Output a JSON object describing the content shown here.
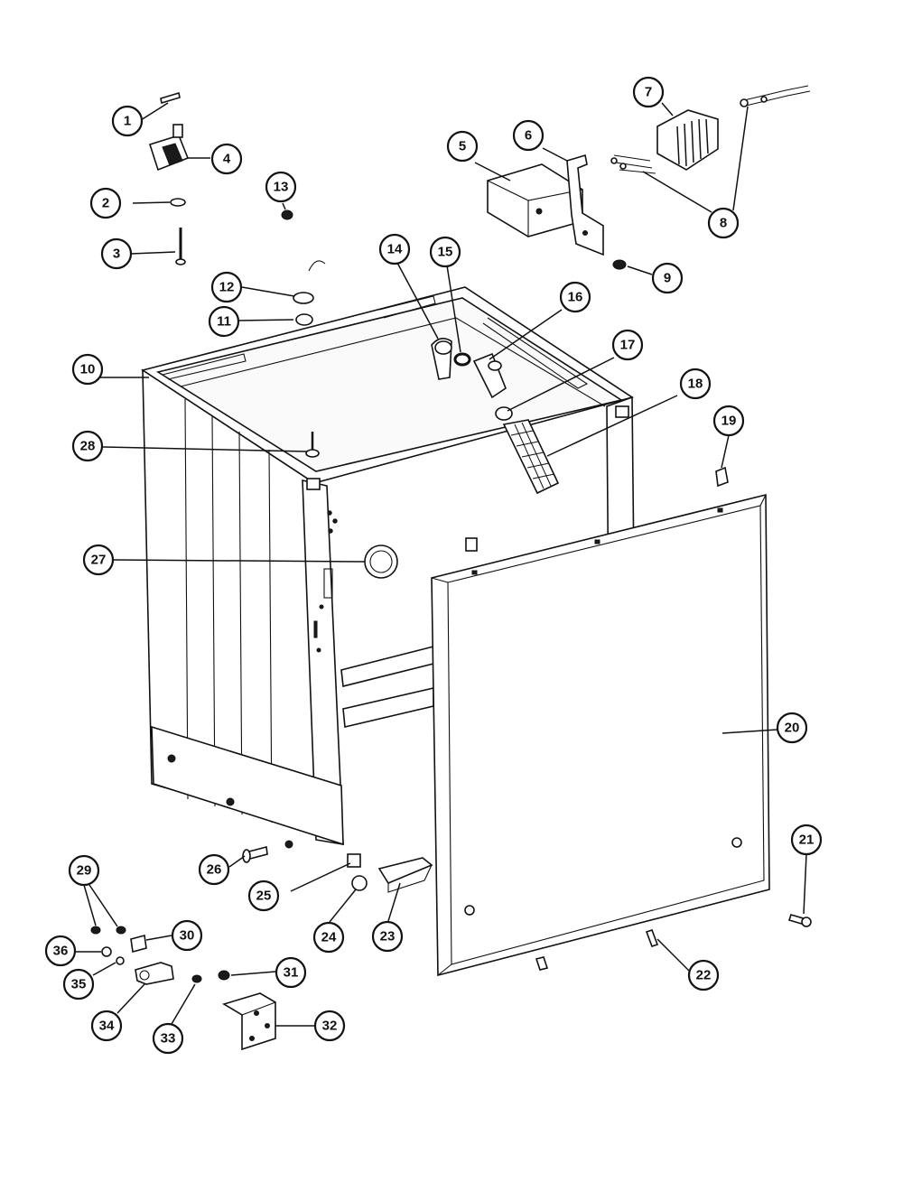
{
  "diagram": {
    "callouts": [
      {
        "id": "callout-1",
        "label": "1"
      },
      {
        "id": "callout-2",
        "label": "2"
      },
      {
        "id": "callout-3",
        "label": "3"
      },
      {
        "id": "callout-4",
        "label": "4"
      },
      {
        "id": "callout-5",
        "label": "5"
      },
      {
        "id": "callout-6",
        "label": "6"
      },
      {
        "id": "callout-7",
        "label": "7"
      },
      {
        "id": "callout-8",
        "label": "8"
      },
      {
        "id": "callout-9",
        "label": "9"
      },
      {
        "id": "callout-10",
        "label": "10"
      },
      {
        "id": "callout-11",
        "label": "11"
      },
      {
        "id": "callout-12",
        "label": "12"
      },
      {
        "id": "callout-13",
        "label": "13"
      },
      {
        "id": "callout-14",
        "label": "14"
      },
      {
        "id": "callout-15",
        "label": "15"
      },
      {
        "id": "callout-16",
        "label": "16"
      },
      {
        "id": "callout-17",
        "label": "17"
      },
      {
        "id": "callout-18",
        "label": "18"
      },
      {
        "id": "callout-19",
        "label": "19"
      },
      {
        "id": "callout-20",
        "label": "20"
      },
      {
        "id": "callout-21",
        "label": "21"
      },
      {
        "id": "callout-22",
        "label": "22"
      },
      {
        "id": "callout-23",
        "label": "23"
      },
      {
        "id": "callout-24",
        "label": "24"
      },
      {
        "id": "callout-25",
        "label": "25"
      },
      {
        "id": "callout-26",
        "label": "26"
      },
      {
        "id": "callout-27",
        "label": "27"
      },
      {
        "id": "callout-28",
        "label": "28"
      },
      {
        "id": "callout-29",
        "label": "29"
      },
      {
        "id": "callout-30",
        "label": "30"
      },
      {
        "id": "callout-31",
        "label": "31"
      },
      {
        "id": "callout-32",
        "label": "32"
      },
      {
        "id": "callout-33",
        "label": "33"
      },
      {
        "id": "callout-34",
        "label": "34"
      },
      {
        "id": "callout-35",
        "label": "35"
      },
      {
        "id": "callout-36",
        "label": "36"
      }
    ]
  }
}
